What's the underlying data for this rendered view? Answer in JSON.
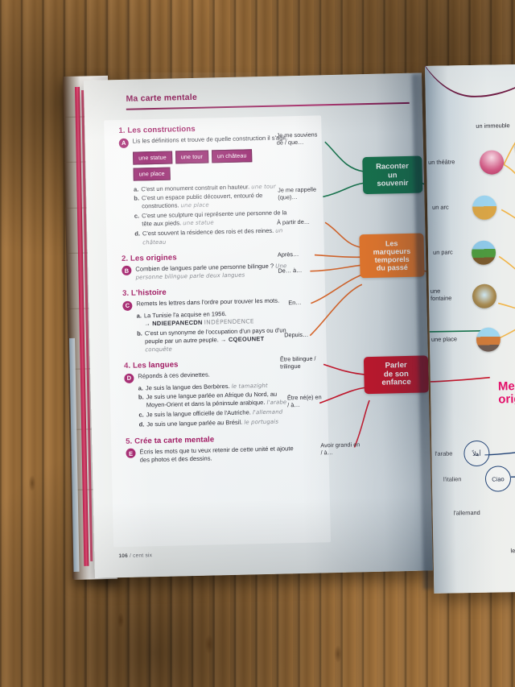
{
  "page": {
    "header_title": "Ma carte mentale",
    "folio_number": "106",
    "folio_text": "cent six"
  },
  "sections": [
    {
      "number": "1.",
      "title": "Les constructions",
      "letter": "A",
      "instruction": "Lis les définitions et trouve de quelle construction il s'agit.",
      "chips": [
        "une statue",
        "une tour",
        "un château",
        "une place"
      ],
      "items": [
        {
          "letter": "a.",
          "text": "C'est un monument construit en hauteur.",
          "answer": "une tour"
        },
        {
          "letter": "b.",
          "text": "C'est un espace public découvert, entouré de constructions.",
          "answer": "une place"
        },
        {
          "letter": "c.",
          "text": "C'est une sculpture qui représente une personne de la tête aux pieds.",
          "answer": "une statue"
        },
        {
          "letter": "d.",
          "text": "C'est souvent la résidence des rois et des reines.",
          "answer": "un château"
        }
      ]
    },
    {
      "number": "2.",
      "title": "Les origines",
      "letter": "B",
      "instruction": "Combien de langues parle une personne bilingue ?",
      "answer": "Une personne bilingue parle deux langues",
      "items": []
    },
    {
      "number": "3.",
      "title": "L'histoire",
      "letter": "C",
      "instruction": "Remets les lettres dans l'ordre pour trouver les mots.",
      "items": [
        {
          "letter": "a.",
          "text": "La Tunisie l'a acquise en 1956.",
          "anagram": "→ NDIEEPANECDN",
          "answer": "INDÉPENDENCE"
        },
        {
          "letter": "b.",
          "text": "C'est un synonyme de l'occupation d'un pays ou d'un peuple par un autre peuple.",
          "anagram": "→ CQEOUNET",
          "answer": "conquête"
        }
      ]
    },
    {
      "number": "4.",
      "title": "Les langues",
      "letter": "D",
      "instruction": "Réponds à ces devinettes.",
      "items": [
        {
          "letter": "a.",
          "text": "Je suis la langue des Berbères.",
          "answer": "le tamazight"
        },
        {
          "letter": "b.",
          "text": "Je suis une langue parlée en Afrique du Nord, au Moyen-Orient et dans la péninsule arabique.",
          "answer": "l'arabe"
        },
        {
          "letter": "c.",
          "text": "Je suis la langue officielle de l'Autriche.",
          "answer": "l'allemand"
        },
        {
          "letter": "d.",
          "text": "Je suis une langue parlée au Brésil.",
          "answer": "le portugais"
        }
      ]
    },
    {
      "number": "5.",
      "title": "Crée ta carte mentale",
      "letter": "E",
      "instruction": "Écris les mots que tu veux retenir de cette unité et ajoute des photos et des dessins.",
      "items": []
    }
  ],
  "mindmap": {
    "nodes": [
      {
        "label": "Raconter un souvenir",
        "color": "#16754c",
        "leaves": [
          "Je me souviens de / que…",
          "Je me rappelle (que)…"
        ]
      },
      {
        "label": "Les marqueurs temporels du passé",
        "color": "#ef7a2a",
        "leaves": [
          "À partir de…",
          "Après…",
          "De… à…",
          "En…",
          "Depuis…"
        ]
      },
      {
        "label": "Parler de son enfance",
        "color": "#c8152a",
        "leaves": [
          "Être bilingue / trilingue",
          "Être né(e) en / à…",
          "Avoir grandi en / à…"
        ]
      }
    ],
    "leaf_texts": {
      "l1": "Je me souviens de / que…",
      "l2": "Je me rappelle (que)…",
      "l3": "À partir de…",
      "l4": "Après…",
      "l5": "De… à…",
      "l6": "En…",
      "l7": "Depuis…",
      "l8": "Être bilingue / trilingue",
      "l9": "Être né(e) en / à…",
      "l10": "Avoir grandi en / à…"
    },
    "node_labels": {
      "green_l1": "Raconter",
      "green_l2": "un",
      "green_l3": "souvenir",
      "orange_l1": "Les",
      "orange_l2": "marqueurs",
      "orange_l3": "temporels",
      "orange_l4": "du passé",
      "red_l1": "Parler",
      "red_l2": "de son",
      "red_l3": "enfance"
    }
  },
  "right_page": {
    "node_label_l1": "Me",
    "node_label_l2": "origi",
    "node_color": "#e3106a",
    "place_labels": [
      "un immeuble",
      "un théâtre",
      "un arc",
      "un parc",
      "une fontaine",
      "une place"
    ],
    "languages": [
      {
        "label": "l'arabe",
        "glyph": "أهلاً"
      },
      {
        "label": "l'italien",
        "glyph": "Ciao"
      },
      {
        "label": "l'allemand",
        "glyph": ""
      }
    ],
    "trailing_text": "le"
  }
}
